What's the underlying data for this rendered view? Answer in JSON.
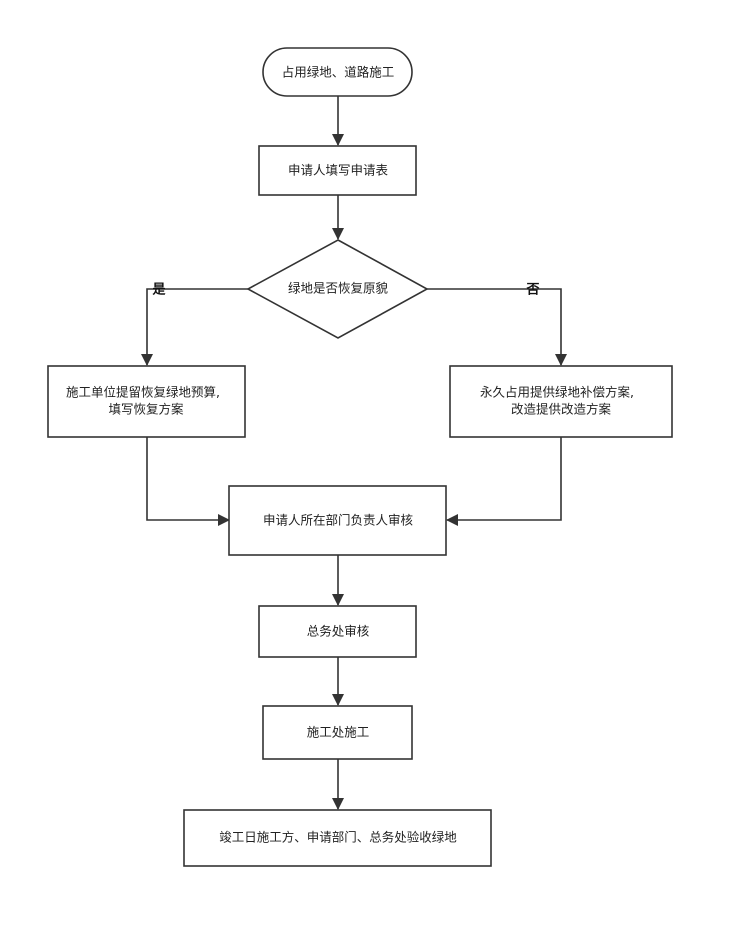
{
  "flowchart": {
    "start": "占用绿地、道路施工",
    "apply": "申请人填写申请表",
    "decision": "绿地是否恢复原貌",
    "yes_label": "是",
    "no_label": "否",
    "yes_action_line1": "施工单位提留恢复绿地预算,",
    "yes_action_line2": "填写恢复方案",
    "no_action_line1": "永久占用提供绿地补偿方案,",
    "no_action_line2": "改造提供改造方案",
    "dept_review": "申请人所在部门负责人审核",
    "general_review": "总务处审核",
    "construction": "施工处施工",
    "acceptance": "竣工日施工方、申请部门、总务处验收绿地"
  },
  "colors": {
    "line": "#333333",
    "fill": "#ffffff",
    "text": "#222222"
  }
}
